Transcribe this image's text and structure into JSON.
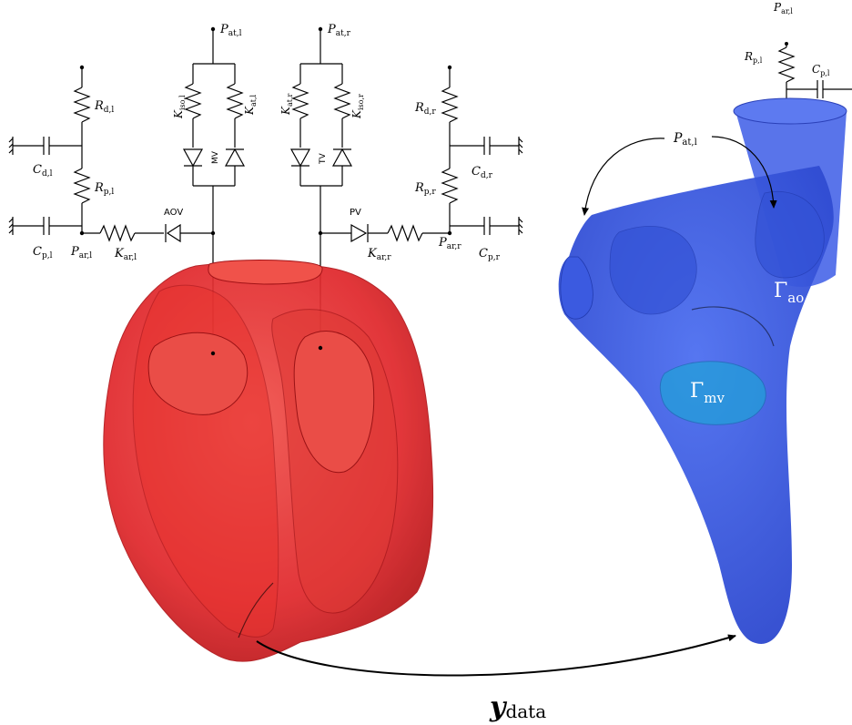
{
  "circuit": {
    "p_at_l": {
      "main": "P",
      "sub": "at,l"
    },
    "p_at_r": {
      "main": "P",
      "sub": "at,r"
    },
    "r_d_l": {
      "main": "R",
      "sub": "d,l"
    },
    "r_p_l": {
      "main": "R",
      "sub": "p,l"
    },
    "c_d_l": {
      "main": "C",
      "sub": "d,l"
    },
    "c_p_l": {
      "main": "C",
      "sub": "p,l"
    },
    "p_ar_l": {
      "main": "P",
      "sub": "ar,l"
    },
    "k_ar_l": {
      "main": "K",
      "sub": "ar,l"
    },
    "k_iso_l": {
      "main": "K",
      "sub": "iso,l"
    },
    "k_at_l": {
      "main": "K",
      "sub": "at,l"
    },
    "k_at_r": {
      "main": "K",
      "sub": "at,r"
    },
    "k_iso_r": {
      "main": "K",
      "sub": "iso,r"
    },
    "r_d_r": {
      "main": "R",
      "sub": "d,r"
    },
    "r_p_r": {
      "main": "R",
      "sub": "p,r"
    },
    "c_d_r": {
      "main": "C",
      "sub": "d,r"
    },
    "c_p_r": {
      "main": "C",
      "sub": "p,r"
    },
    "p_ar_r": {
      "main": "P",
      "sub": "ar,r"
    },
    "k_ar_r": {
      "main": "K",
      "sub": "ar,r"
    },
    "aov": "AOV",
    "mv": "MV",
    "tv": "TV",
    "pv": "PV"
  },
  "right_model": {
    "p_ar_l": {
      "main": "P",
      "sub": "ar,l"
    },
    "r_p_l": {
      "main": "R",
      "sub": "p,l"
    },
    "c_p_l": {
      "main": "C",
      "sub": "p,l"
    },
    "p_at_l": {
      "main": "P",
      "sub": "at,l"
    },
    "gamma_ao": {
      "main": "Γ",
      "sub": "ao"
    },
    "gamma_mv": {
      "main": "Γ",
      "sub": "mv"
    }
  },
  "arrow_label": {
    "main": "y",
    "sub": "data"
  },
  "colors": {
    "heart": "#e8262a",
    "lv_mesh": "#3355dd"
  }
}
